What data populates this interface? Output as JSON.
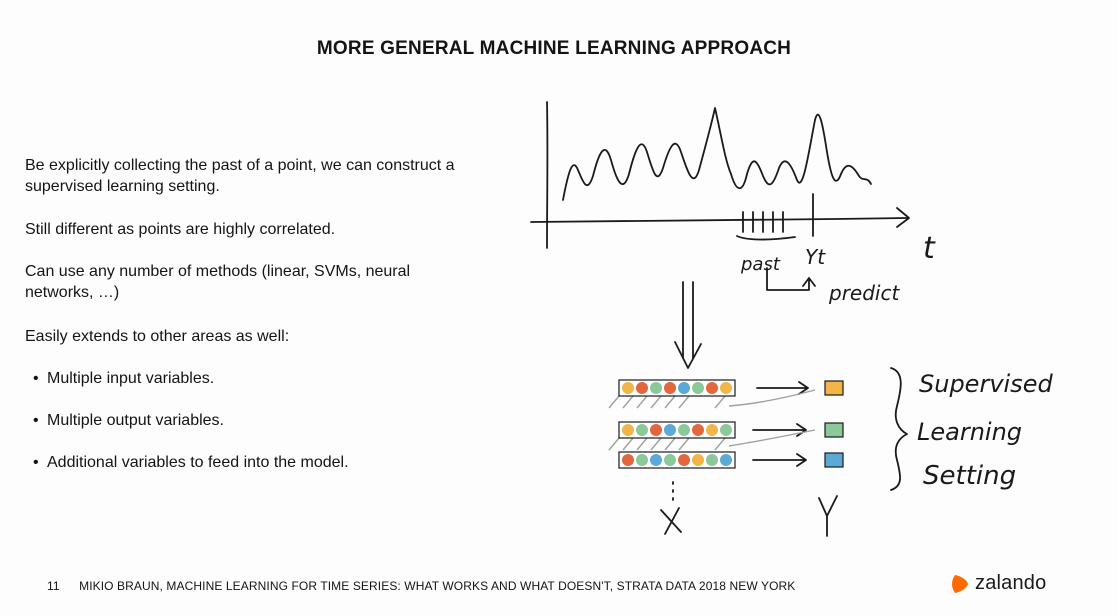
{
  "slide": {
    "title": "MORE GENERAL MACHINE LEARNING APPROACH",
    "paragraphs": [
      "Be explicitly collecting the past of a point, we can construct a supervised learning setting.",
      "Still different as points are highly correlated.",
      "Can use any number of methods (linear, SVMs, neural networks, …)",
      "Easily extends to other areas as well:"
    ],
    "bullets": [
      "Multiple input variables.",
      "Multiple output variables.",
      "Additional variables to feed into the model."
    ]
  },
  "sketch": {
    "axis_label": "t",
    "past_label": "past",
    "target_label": "Yt",
    "predict_label": "predict",
    "bracket_lines": [
      "Supervised",
      "Learning",
      "Setting"
    ],
    "x_label": "X",
    "y_label": "Y"
  },
  "footer": {
    "page_number": "11",
    "citation": "MIKIO BRAUN, MACHINE LEARNING FOR TIME SERIES: WHAT WORKS AND WHAT DOESN'T, STRATA DATA 2018 NEW YORK"
  },
  "brand": {
    "name": "zalando",
    "color": "#ff6900"
  }
}
